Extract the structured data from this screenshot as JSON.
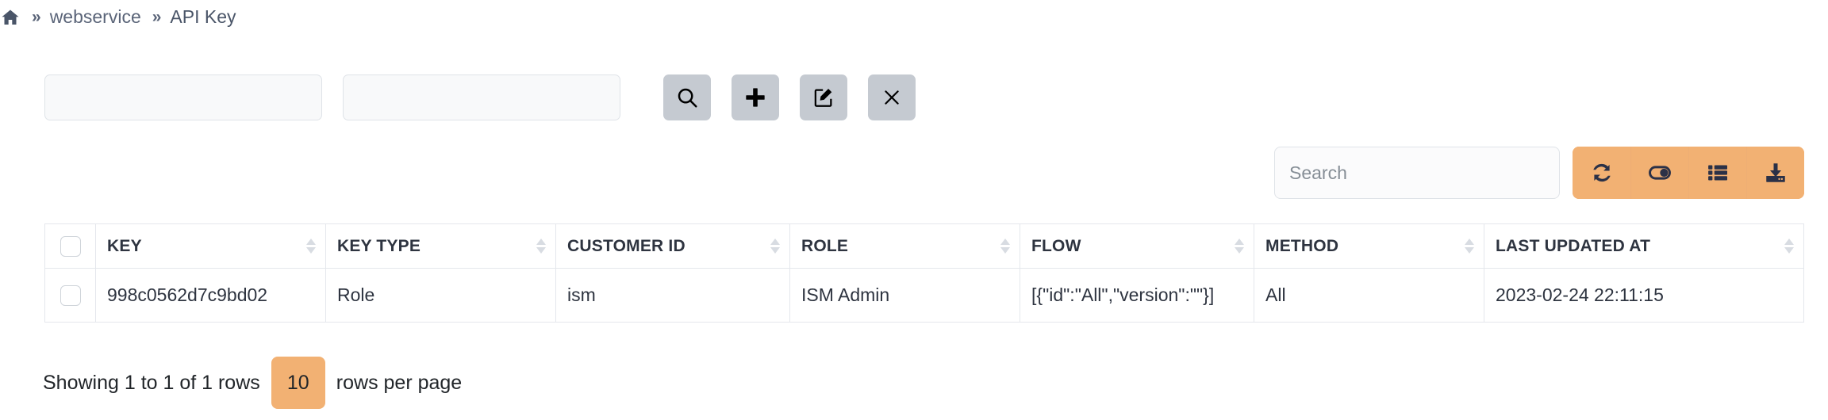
{
  "breadcrumb": {
    "home_icon": "home-icon",
    "separator": "»",
    "items": [
      {
        "label": "webservice"
      },
      {
        "label": "API Key"
      }
    ]
  },
  "filter_bar": {
    "field1": {
      "value": "",
      "placeholder": ""
    },
    "field2": {
      "value": "",
      "placeholder": ""
    },
    "buttons": [
      {
        "name": "search-button",
        "icon": "search-icon",
        "label": "Search"
      },
      {
        "name": "add-button",
        "icon": "plus-icon",
        "label": "Add"
      },
      {
        "name": "edit-button",
        "icon": "edit-icon",
        "label": "Edit"
      },
      {
        "name": "delete-button",
        "icon": "close-icon",
        "label": "Delete"
      }
    ]
  },
  "table_toolbar": {
    "search": {
      "value": "",
      "placeholder": "Search"
    },
    "buttons": [
      {
        "name": "refresh-button",
        "icon": "refresh-icon",
        "label": "Refresh"
      },
      {
        "name": "toggle-view-button",
        "icon": "toggle-icon",
        "label": "Toggle"
      },
      {
        "name": "columns-button",
        "icon": "columns-icon",
        "label": "Columns"
      },
      {
        "name": "export-button",
        "icon": "download-icon",
        "label": "Export"
      }
    ]
  },
  "table": {
    "select_all_checkbox": "select-all-checkbox",
    "columns": [
      {
        "label": "KEY",
        "sortable": true
      },
      {
        "label": "KEY TYPE",
        "sortable": true
      },
      {
        "label": "CUSTOMER ID",
        "sortable": true
      },
      {
        "label": "ROLE",
        "sortable": true
      },
      {
        "label": "FLOW",
        "sortable": true
      },
      {
        "label": "METHOD",
        "sortable": true
      },
      {
        "label": "LAST UPDATED AT",
        "sortable": true
      }
    ],
    "rows": [
      {
        "key": "998c0562d7c9bd02",
        "key_type": "Role",
        "customer_id": "ism",
        "role": "ISM Admin",
        "flow": "[{\"id\":\"All\",\"version\":\"\"}]",
        "method": "All",
        "last_updated_at": "2023-02-24 22:11:15"
      }
    ]
  },
  "footer": {
    "showing_text": "Showing 1 to 1 of 1 rows",
    "page_size": "10",
    "rows_per_page_text": "rows per page"
  },
  "colors": {
    "accent_orange": "#f2b173",
    "button_gray": "#c5cad1",
    "icon_dark": "#2b3147",
    "text": "#2e3440",
    "border": "#e4e7ec"
  }
}
